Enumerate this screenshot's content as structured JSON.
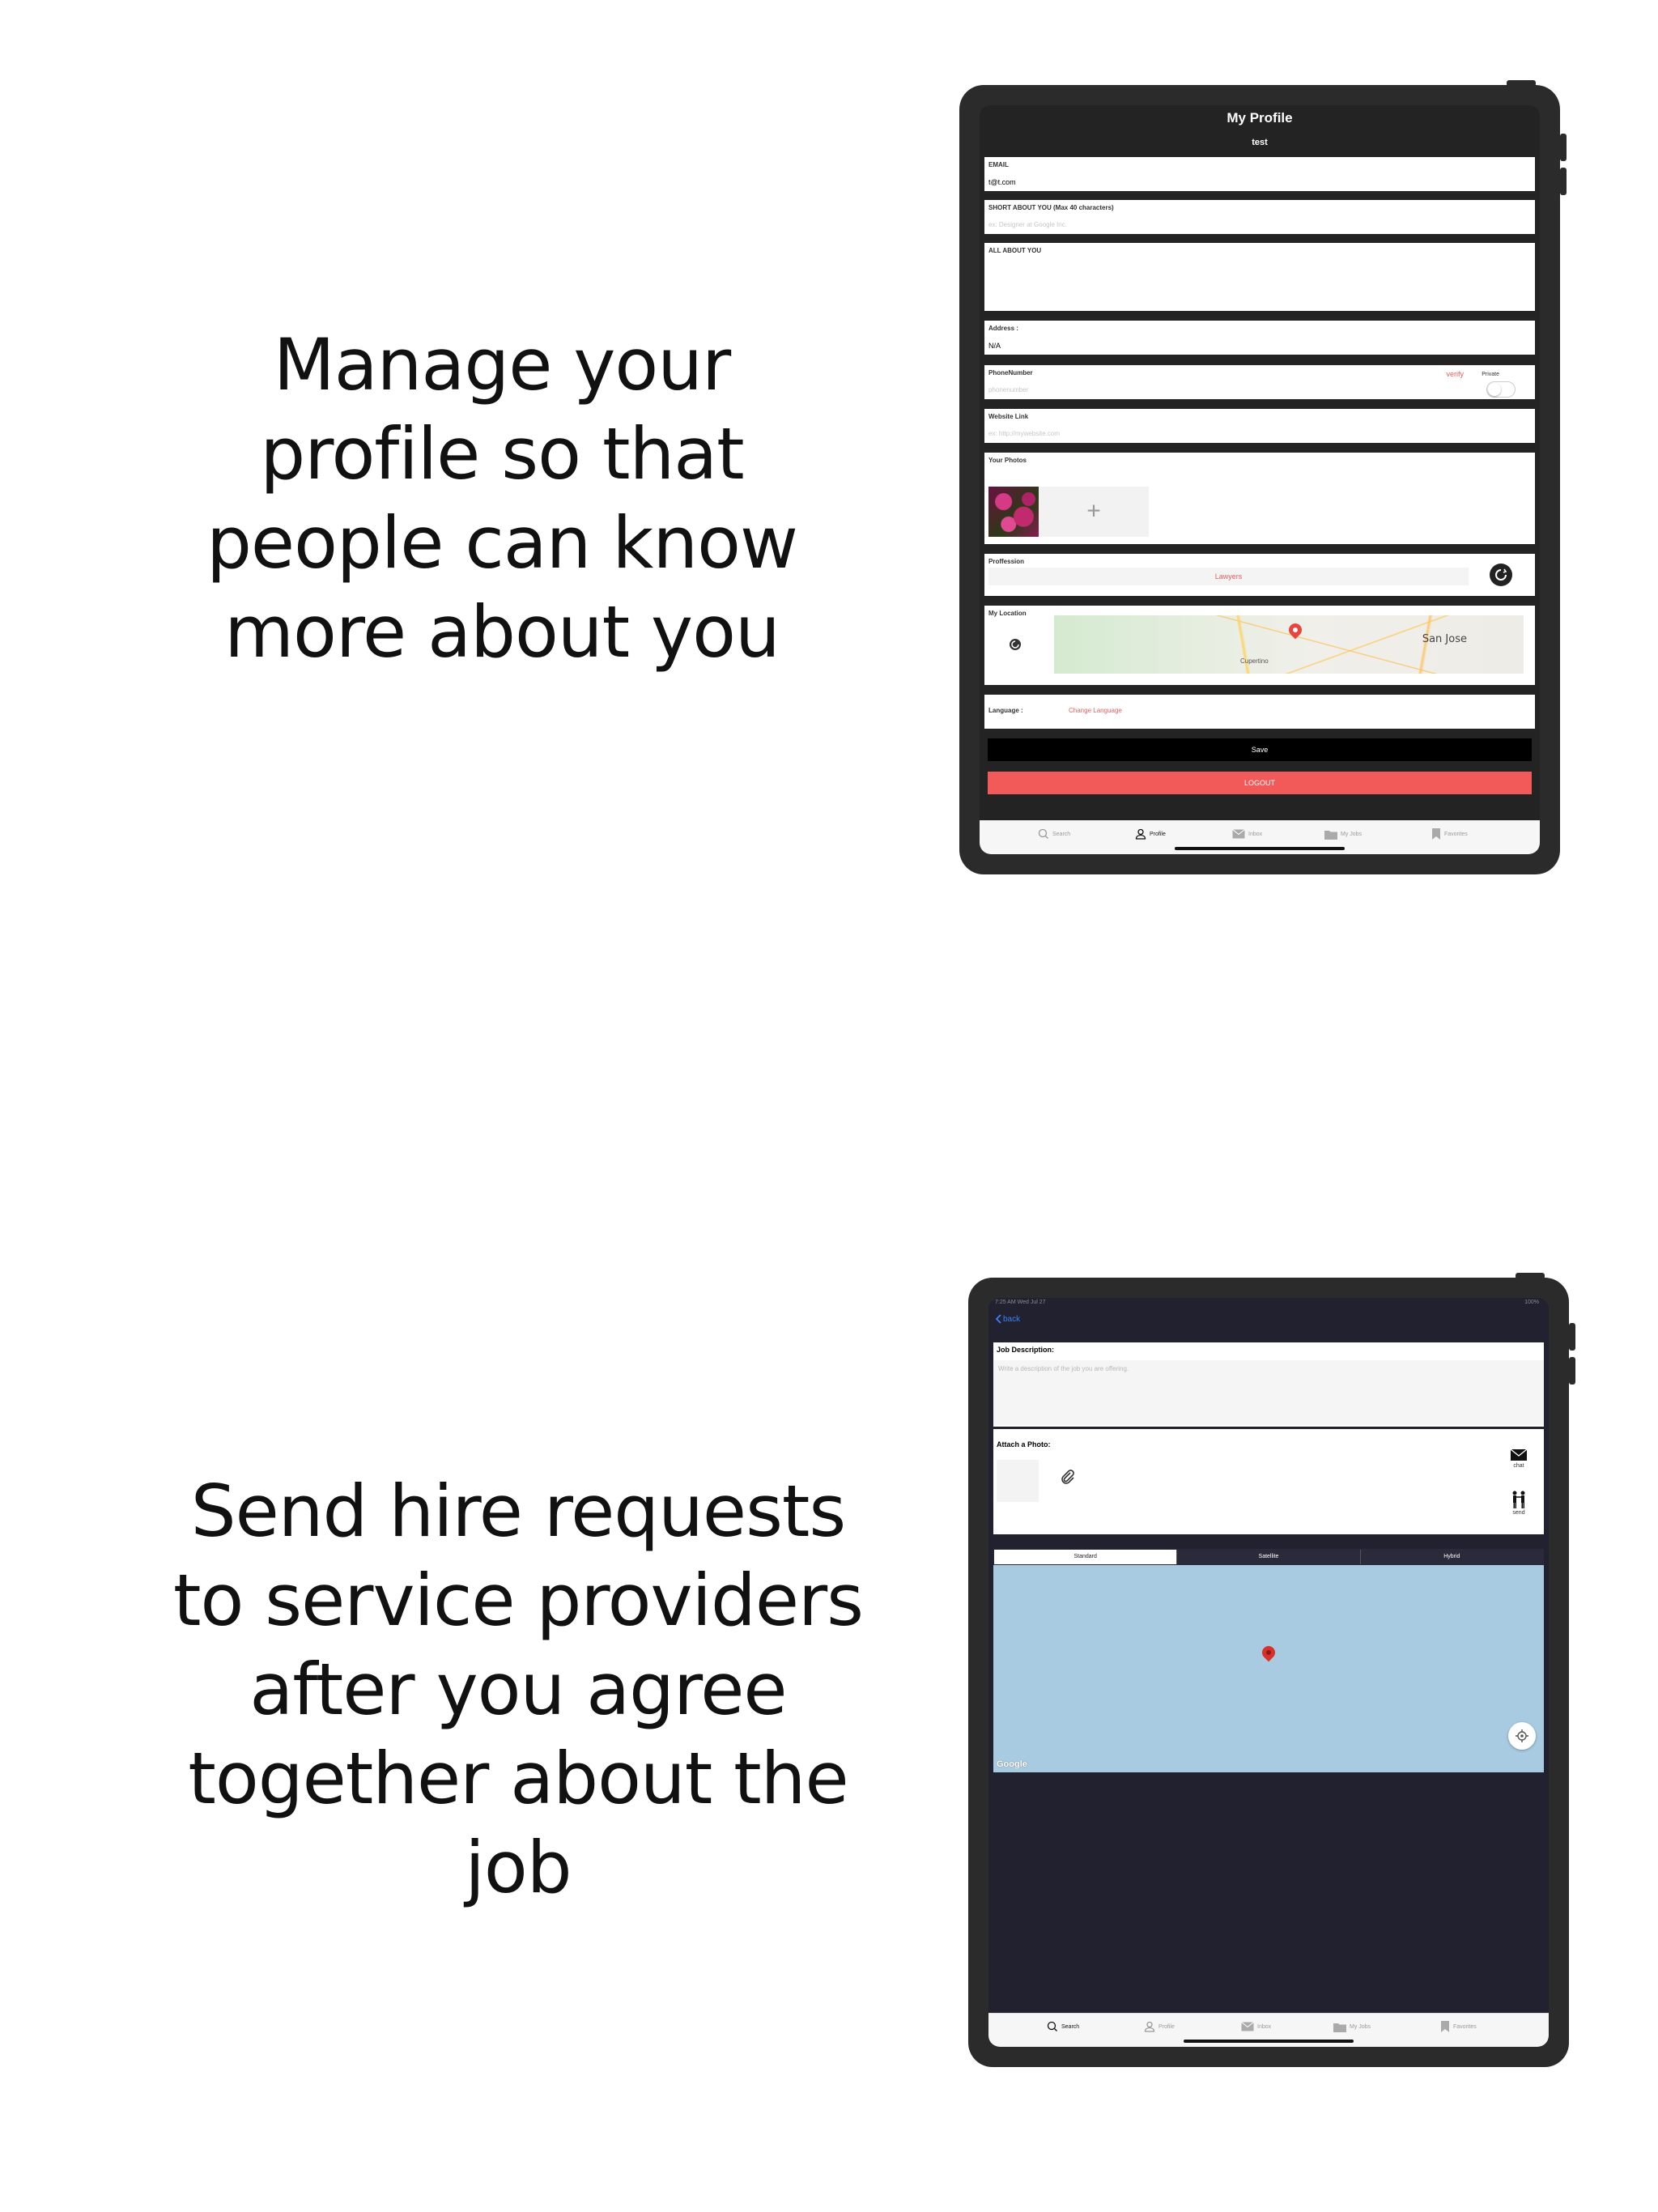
{
  "panel1": {
    "headline": "Manage your profile so that people can know more about you",
    "screen": {
      "title": "My Profile",
      "subtitle": "test",
      "email": {
        "label": "EMAIL",
        "value": "t@t.com"
      },
      "short_about": {
        "label": "SHORT ABOUT YOU (Max 40 characters)",
        "placeholder": "ex: Designer at Google Inc."
      },
      "all_about": {
        "label": "ALL ABOUT YOU"
      },
      "address": {
        "label": "Address :",
        "value": "N/A"
      },
      "phone": {
        "label": "PhoneNumber",
        "placeholder": "phonenumber",
        "verify": "verify",
        "private_label": "Private",
        "private_on": false
      },
      "website": {
        "label": "Website Link",
        "placeholder": "ex: http://mywebsite.com"
      },
      "photos": {
        "label": "Your Photos"
      },
      "profession": {
        "label": "Proffession",
        "value": "Lawyers"
      },
      "location": {
        "label": "My Location",
        "city": "San Jose",
        "nearby": "Cupertino"
      },
      "language": {
        "label": "Language :",
        "link": "Change Language"
      },
      "save_label": "Save",
      "logout_label": "LOGOUT",
      "accent_color": "#f25a5a"
    }
  },
  "panel2": {
    "headline": "Send hire requests to service providers after you agree together about the job",
    "screen": {
      "status_time": "7:25 AM   Wed Jul 27",
      "status_right": "100%",
      "back_label": "back",
      "description": {
        "label": "Job Description:",
        "placeholder": "Write a description of the job you are offering."
      },
      "attach": {
        "label": "Attach a Photo:"
      },
      "chat_label": "chat",
      "send_label": "send",
      "map_types": [
        "Standard",
        "Satellite",
        "Hybrid"
      ],
      "map_type_selected": "Standard",
      "map_brand": "Google"
    }
  },
  "tabbar1": {
    "items": [
      {
        "label": "Search",
        "icon": "search-icon",
        "active": false
      },
      {
        "label": "Profile",
        "icon": "person-icon",
        "active": true
      },
      {
        "label": "Inbox",
        "icon": "envelope-icon",
        "active": false
      },
      {
        "label": "My Jobs",
        "icon": "folder-icon",
        "active": false
      },
      {
        "label": "Favorites",
        "icon": "bookmark-icon",
        "active": false
      }
    ]
  },
  "tabbar2": {
    "items": [
      {
        "label": "Search",
        "icon": "search-icon",
        "active": true
      },
      {
        "label": "Profile",
        "icon": "person-icon",
        "active": false
      },
      {
        "label": "Inbox",
        "icon": "envelope-icon",
        "active": false
      },
      {
        "label": "My Jobs",
        "icon": "folder-icon",
        "active": false
      },
      {
        "label": "Favorites",
        "icon": "bookmark-icon",
        "active": false
      }
    ]
  }
}
